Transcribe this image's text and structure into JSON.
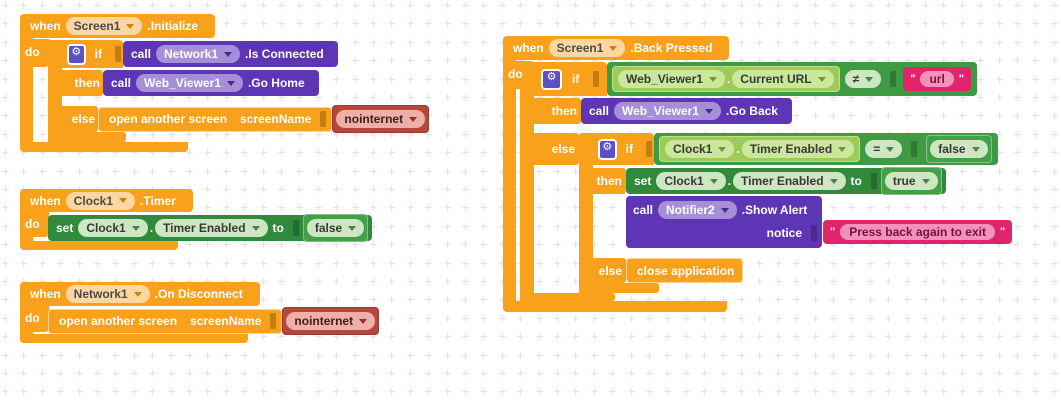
{
  "workspace": {
    "grid_color": "#dedede",
    "colors": {
      "control_orange": "#F9A11B",
      "method_purple": "#5D35B5",
      "setter_green": "#31893B",
      "getter_green": "#9CCB59",
      "text_pink": "#E1246B",
      "screen_red": "#B5473B"
    }
  },
  "keywords": {
    "when": "when",
    "do": "do",
    "if": "if",
    "then": "then",
    "else": "else",
    "call": "call",
    "set": "set",
    "to": "to",
    "notice": "notice",
    "dot": "."
  },
  "punct": {
    "quote": "\""
  },
  "icons": {
    "gear": "⚙"
  },
  "stacks": {
    "s1": {
      "component": "Screen1",
      "event": ".Initialize",
      "if1": {
        "cond": {
          "component": "Network1",
          "method": ".Is Connected"
        },
        "then_call": {
          "component": "Web_Viewer1",
          "method": ".Go Home"
        },
        "else_stmt": {
          "label": "open another screen",
          "param": "screenName",
          "screen": "nointernet"
        }
      }
    },
    "s2": {
      "component": "Clock1",
      "event": ".Timer",
      "set": {
        "component": "Clock1",
        "property": "Timer Enabled",
        "value": "false"
      }
    },
    "s3": {
      "component": "Network1",
      "event": ".On Disconnect",
      "do_stmt": {
        "label": "open another screen",
        "param": "screenName",
        "screen": "nointernet"
      }
    },
    "s4": {
      "component": "Screen1",
      "event": ".Back Pressed",
      "if1": {
        "cond": {
          "component": "Web_Viewer1",
          "property": "Current URL",
          "op": "≠",
          "text": "url"
        },
        "then_call": {
          "component": "Web_Viewer1",
          "method": ".Go Back"
        },
        "if2": {
          "cond": {
            "component": "Clock1",
            "property": "Timer Enabled",
            "op": "=",
            "value": "false"
          },
          "then_set": {
            "component": "Clock1",
            "property": "Timer Enabled",
            "value": "true"
          },
          "then_call": {
            "component": "Notifier2",
            "method": ".Show Alert",
            "param": "notice",
            "text": "Press back again to exit"
          },
          "else_stmt": "close application"
        }
      }
    }
  }
}
